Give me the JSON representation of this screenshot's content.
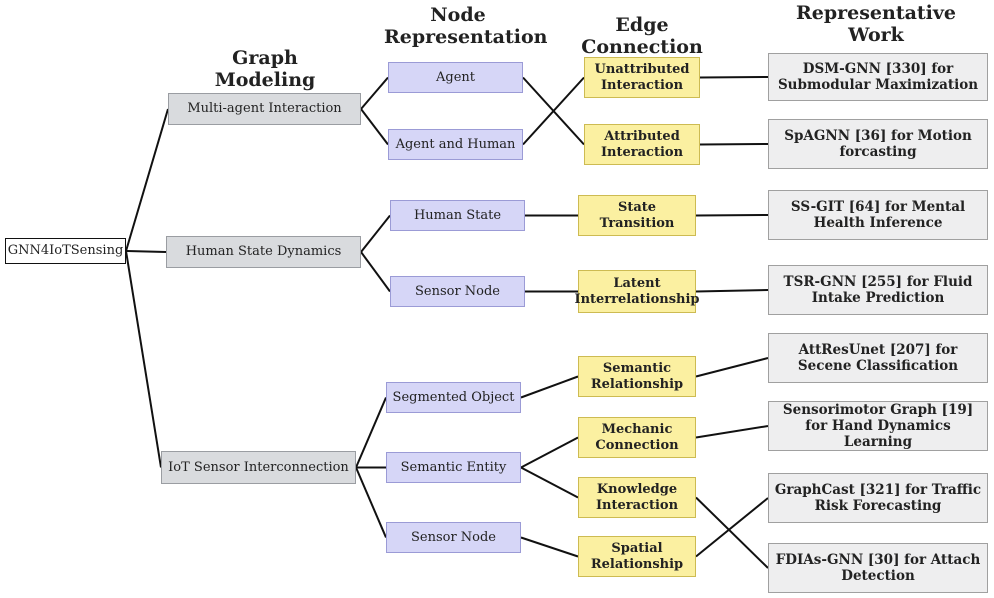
{
  "headers": {
    "graph_modeling": "Graph Modeling",
    "node_representation": "Node Representation",
    "edge_connection": "Edge Connection",
    "representative_work": "Representative Work"
  },
  "root": {
    "label": "GNN4IoTSensing"
  },
  "graph_modeling": [
    {
      "id": "gm1",
      "label": "Multi-agent Interaction"
    },
    {
      "id": "gm2",
      "label": "Human State Dynamics"
    },
    {
      "id": "gm3",
      "label": "IoT Sensor Interconnection"
    }
  ],
  "node_representation": [
    {
      "id": "nr1",
      "label": "Agent"
    },
    {
      "id": "nr2",
      "label": "Agent and Human"
    },
    {
      "id": "nr3",
      "label": "Human State"
    },
    {
      "id": "nr4",
      "label": "Sensor Node"
    },
    {
      "id": "nr5",
      "label": "Segmented Object"
    },
    {
      "id": "nr6",
      "label": "Semantic Entity"
    },
    {
      "id": "nr7",
      "label": "Sensor Node"
    }
  ],
  "edge_connection": [
    {
      "id": "ec1",
      "label": "Unattributed Interaction"
    },
    {
      "id": "ec2",
      "label": "Attributed Interaction"
    },
    {
      "id": "ec3",
      "label": "State Transition"
    },
    {
      "id": "ec4",
      "label": "Latent Interrelationship"
    },
    {
      "id": "ec5",
      "label": "Semantic Relationship"
    },
    {
      "id": "ec6",
      "label": "Mechanic Connection"
    },
    {
      "id": "ec7",
      "label": "Knowledge Interaction"
    },
    {
      "id": "ec8",
      "label": "Spatial Relationship"
    }
  ],
  "representative_work": [
    {
      "id": "rw1",
      "label": "DSM-GNN [330] for Submodular Maximization"
    },
    {
      "id": "rw2",
      "label": "SpAGNN [36] for Motion forcasting"
    },
    {
      "id": "rw3",
      "label": "SS-GIT [64] for Mental Health Inference"
    },
    {
      "id": "rw4",
      "label": "TSR-GNN [255] for Fluid Intake Prediction"
    },
    {
      "id": "rw5",
      "label": "AttResUnet [207] for Secene Classification"
    },
    {
      "id": "rw6",
      "label": "Sensorimotor Graph [19] for Hand Dynamics Learning"
    },
    {
      "id": "rw7",
      "label": "GraphCast [321] for Traffic Risk Forecasting"
    },
    {
      "id": "rw8",
      "label": "FDIAs-GNN [30] for Attach Detection"
    }
  ],
  "connections": [
    [
      "root",
      "gm1"
    ],
    [
      "root",
      "gm2"
    ],
    [
      "root",
      "gm3"
    ],
    [
      "gm1",
      "nr1"
    ],
    [
      "gm1",
      "nr2"
    ],
    [
      "gm2",
      "nr3"
    ],
    [
      "gm2",
      "nr4"
    ],
    [
      "gm3",
      "nr5"
    ],
    [
      "gm3",
      "nr6"
    ],
    [
      "gm3",
      "nr7"
    ],
    [
      "nr1",
      "ec2"
    ],
    [
      "nr2",
      "ec1"
    ],
    [
      "nr3",
      "ec3"
    ],
    [
      "nr4",
      "ec4"
    ],
    [
      "nr5",
      "ec5"
    ],
    [
      "nr6",
      "ec6"
    ],
    [
      "nr6",
      "ec7"
    ],
    [
      "nr7",
      "ec8"
    ],
    [
      "ec1",
      "rw1"
    ],
    [
      "ec2",
      "rw2"
    ],
    [
      "ec3",
      "rw3"
    ],
    [
      "ec4",
      "rw4"
    ],
    [
      "ec5",
      "rw5"
    ],
    [
      "ec6",
      "rw6"
    ],
    [
      "ec7",
      "rw8"
    ],
    [
      "ec8",
      "rw7"
    ]
  ]
}
